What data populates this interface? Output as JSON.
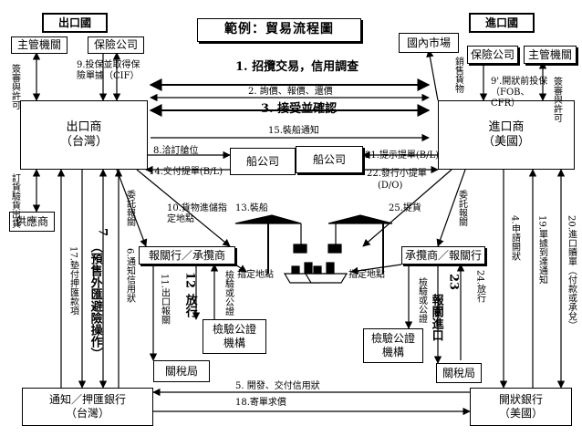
{
  "headers": {
    "export_country": "出口國",
    "import_country": "進口國"
  },
  "title": "範例：貿易流程圖",
  "boxes": {
    "authority_left": "主管機關",
    "insurance_left": "保險公司",
    "exporter_name": "出口商",
    "exporter_sub": "（台灣）",
    "supplier": "供應商",
    "shipping_co_1": "船公司",
    "shipping_co_2": "船公司",
    "customs_broker_left": "報關行／承攬商",
    "inspection_left_1": "檢驗公證",
    "inspection_left_2": "機構",
    "customs_left": "關稅局",
    "notify_bank_name": "通知／押匯銀行",
    "notify_bank_sub": "（台灣）",
    "domestic_market": "國內市場",
    "insurance_right": "保險公司",
    "authority_right": "主管機關",
    "importer_name": "進口商",
    "importer_sub": "（美國）",
    "customs_broker_right": "承攬商／報關行",
    "inspection_right_1": "檢驗公證",
    "inspection_right_2": "機構",
    "customs_right": "關稅局",
    "issuing_bank_name": "開狀銀行",
    "issuing_bank_sub": "（美國）"
  },
  "steps": {
    "s1": "1. 招攬交易，信用調查",
    "s2": "2. 詢價、報價、還價",
    "s3": "3. 接受並確認",
    "s4": "4.申請開狀",
    "s5": "5. 開發、交付信用狀",
    "s6": "6.通知信用狀",
    "s7_num": "7",
    "s7_text": "（預售外匯避險操作）",
    "s8": "8.洽訂艙位",
    "s9": "9.投保並取得保險單據（CIF）",
    "s9p": "9'.開狀前投保（FOB、CFR）",
    "s10": "10.貨物進儲指定地點",
    "s11": "11.出口報關",
    "s12_num": "12",
    "s12_text": "放行",
    "s13": "13.裝船",
    "s14": "14.交付提單(B/L)",
    "s15": "15.裝船通知",
    "s17": "17.墊付押匯款項",
    "s18": "18.寄單求償",
    "s19": "19.單據到達通知",
    "s20": "20.進口贖單（付款或承兌）",
    "s21": "21.提示提單(B/L)",
    "s22_1": "22.發行小提單",
    "s22_2": "(D/O)",
    "s23_num": "23",
    "s23_text": "報關進口",
    "s24": "24.放行",
    "s25": "25.提貨"
  },
  "labels": {
    "approve_left": "簽審與許可",
    "approve_right": "簽審與許可",
    "order_left": "訂貨驗貨出貨",
    "sales_goods": "銷售貨物",
    "entrust_left": "委託報關",
    "entrust_right": "委託報關",
    "inspection_cert_left": "檢驗或公證",
    "inspection_cert_right": "檢驗或公證",
    "designated_left": "指定地點",
    "designated_right": "指定地點"
  }
}
